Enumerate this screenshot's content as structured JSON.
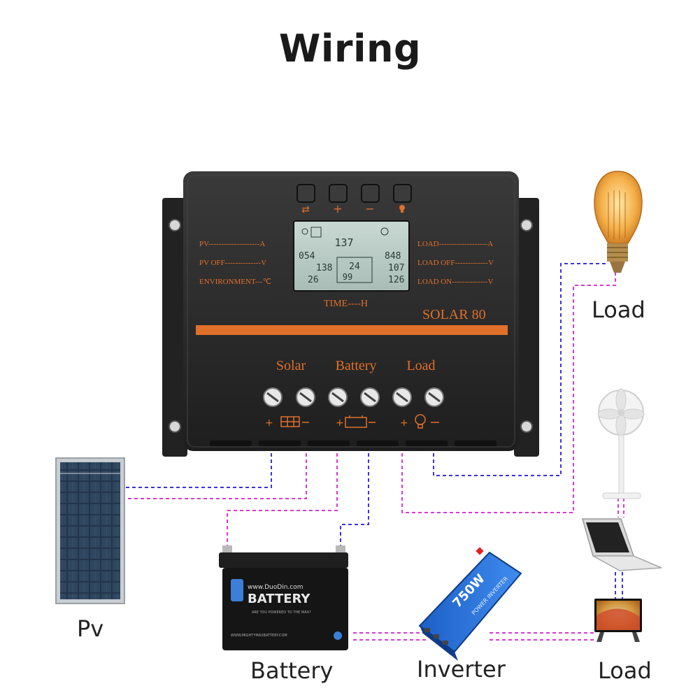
{
  "title": "Wiring",
  "controller": {
    "model": "SOLAR 80",
    "buttons": [
      "⇄",
      "+",
      "−",
      "💡"
    ],
    "left_labels": [
      "PV--------------------A",
      "PV OFF--------------V",
      "ENVIRONMENT---℃"
    ],
    "right_labels": [
      "LOAD-------------------A",
      "LOAD OFF-------------V",
      "LOAD ON--------------V"
    ],
    "time_label": "TIME----H",
    "terminal_labels": [
      "Solar",
      "Battery",
      "Load"
    ],
    "lcd": {
      "top": "137",
      "pv_current": "054",
      "pv_off": "138",
      "env_temp": "26",
      "battery_voltage": "24",
      "battery_percent": "99",
      "load_current": "848",
      "load_off": "107",
      "load_on": "126"
    }
  },
  "battery": {
    "brand_url": "www.DuoDin.com",
    "brand": "BATTERY",
    "tagline": "ARE YOU POWERED TO THE MAX?",
    "site": "WWW.MIGHTYMAXBATTERY.COM"
  },
  "inverter": {
    "brand": "750W",
    "subtitle": "POWER INVERTER"
  },
  "labels": {
    "load_top": "Load",
    "pv": "Pv",
    "battery": "Battery",
    "inverter": "Inverter",
    "load_bottom": "Load"
  },
  "colors": {
    "wire_positive": "#d63ccf",
    "wire_negative": "#3d33d9",
    "accent": "#e0702a",
    "controller_body": "#2a2a2a"
  }
}
